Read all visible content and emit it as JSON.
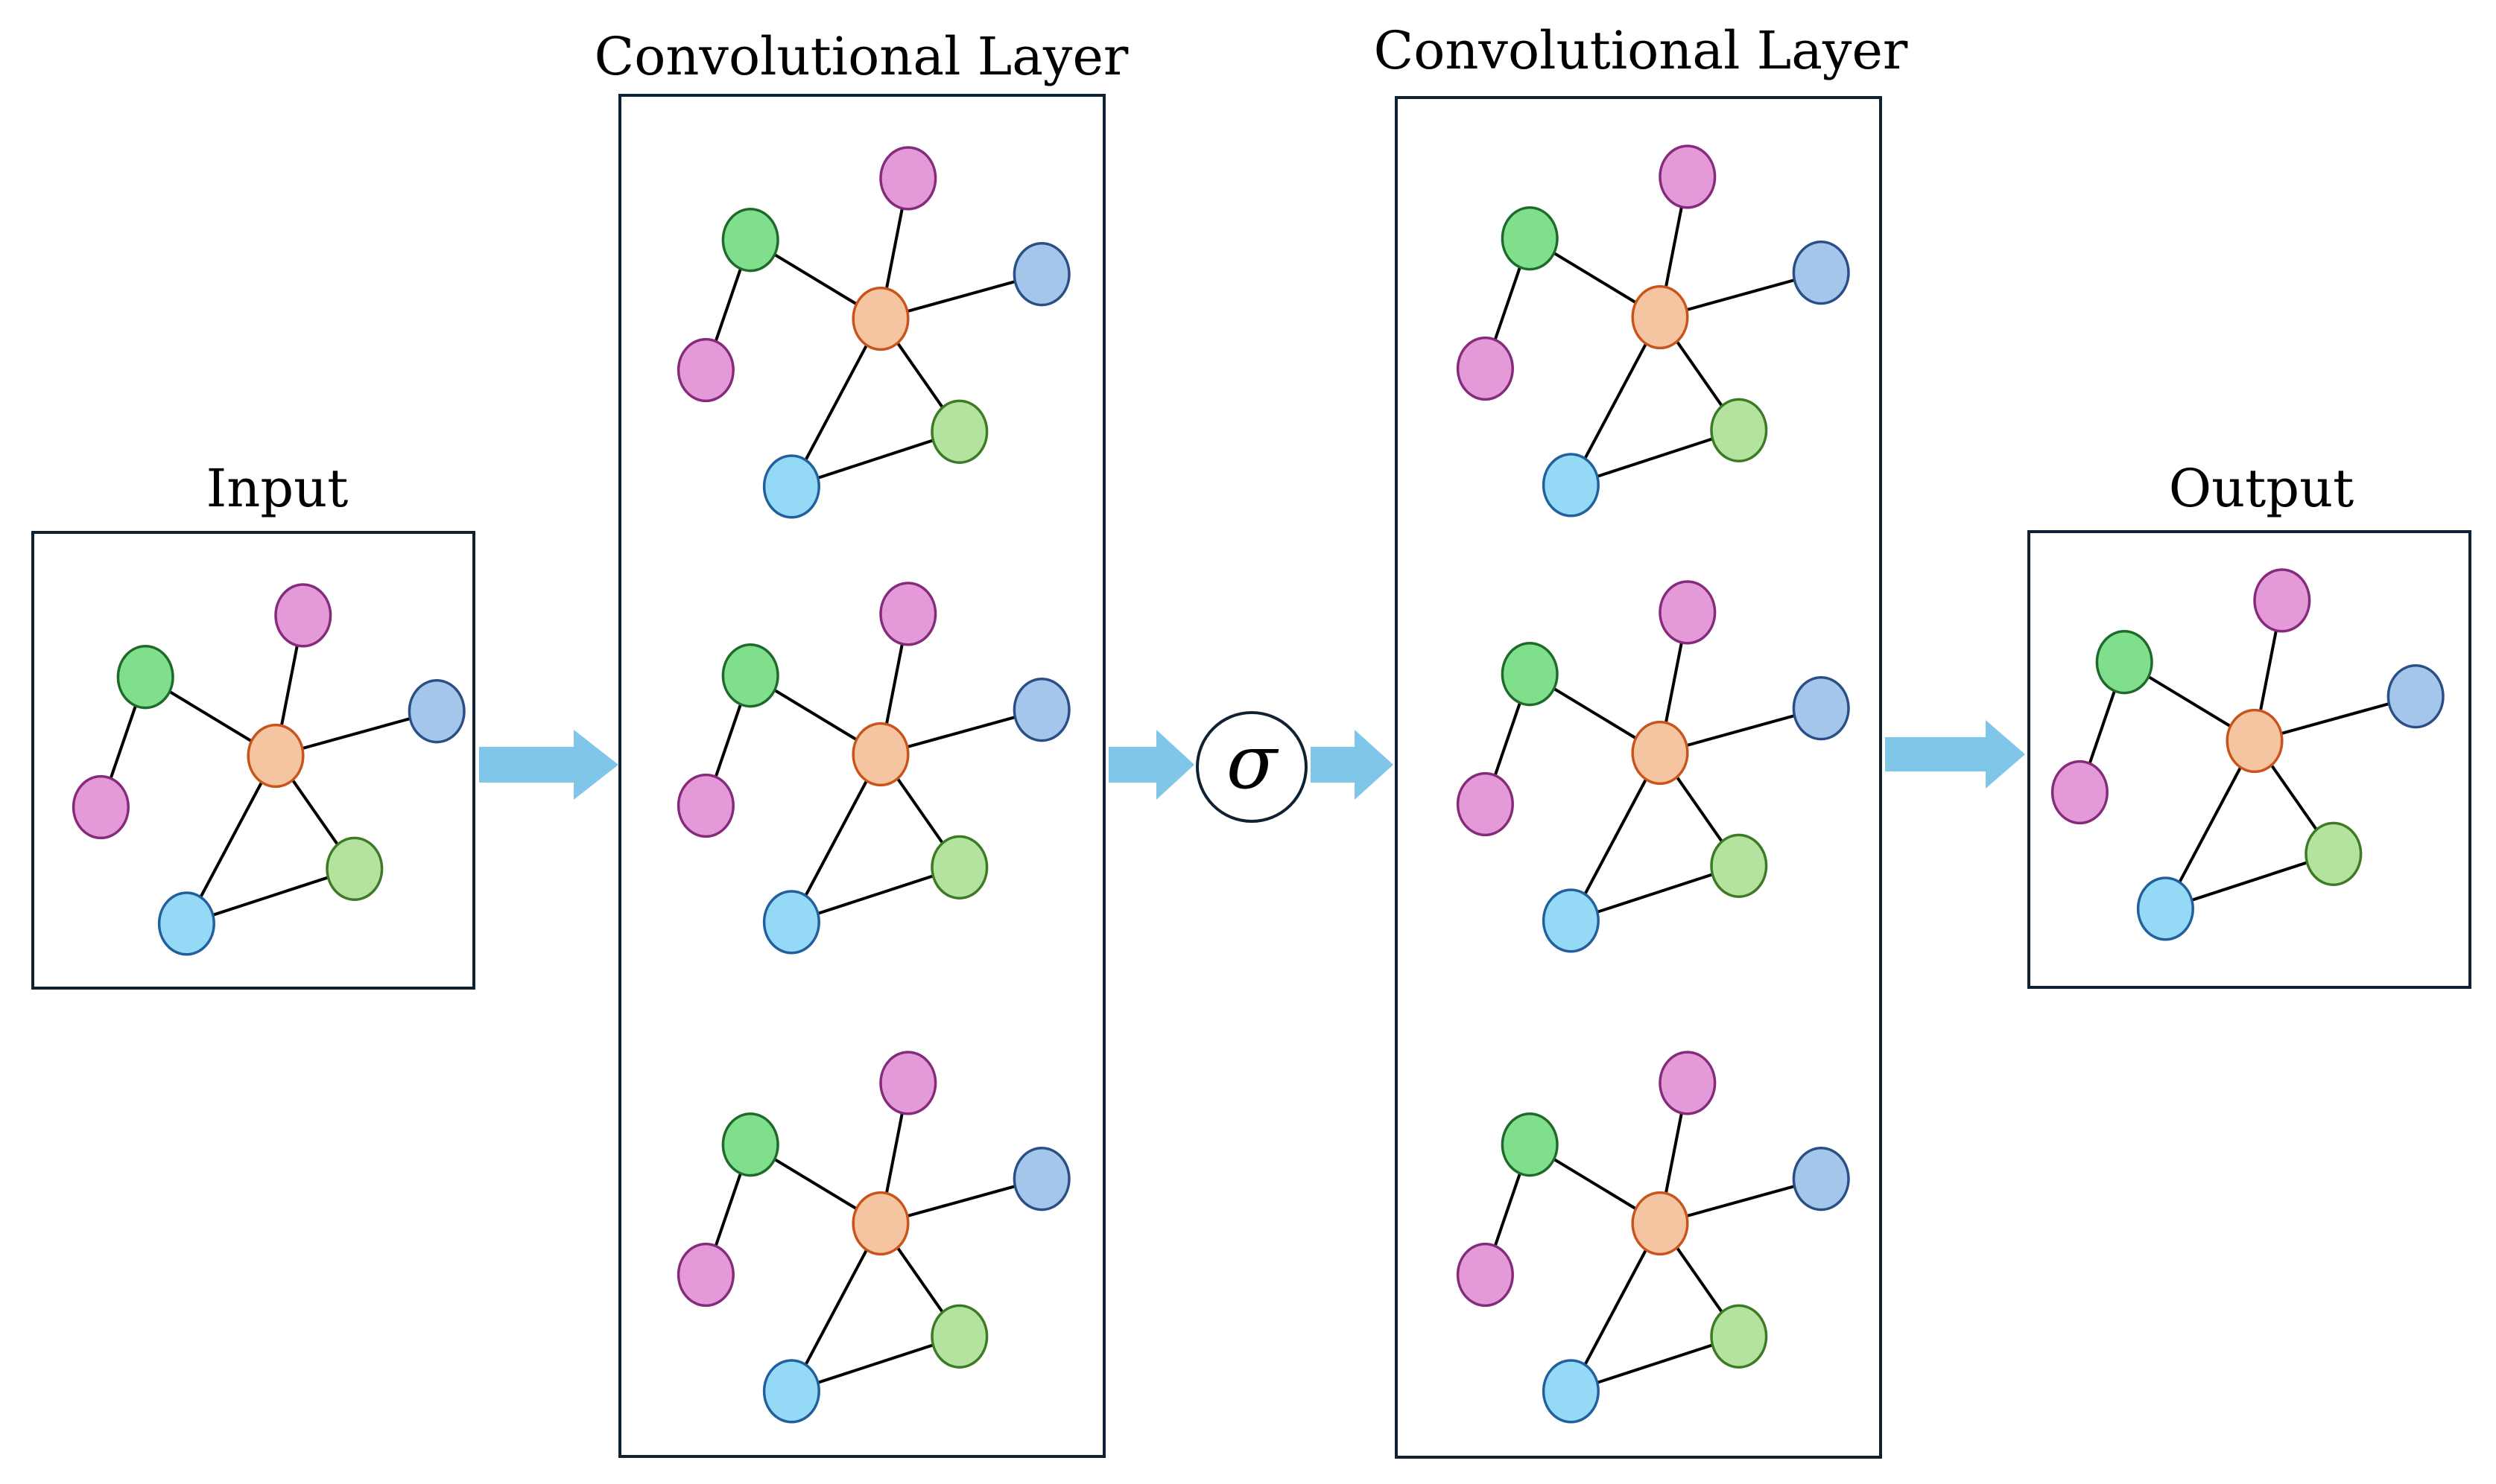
{
  "diagram": {
    "title_input": "Input",
    "title_conv1": "Convolutional Layer",
    "title_conv2": "Convolutional Layer",
    "title_output": "Output",
    "activation_symbol": "σ"
  },
  "graph": {
    "nodes": [
      {
        "id": "center",
        "role": "hub",
        "color": "orange"
      },
      {
        "id": "top",
        "role": "leaf",
        "color": "pink"
      },
      {
        "id": "upper-left",
        "role": "branch",
        "color": "green"
      },
      {
        "id": "lower-left",
        "role": "leaf",
        "color": "pink"
      },
      {
        "id": "right",
        "role": "leaf",
        "color": "blue"
      },
      {
        "id": "lower-right",
        "role": "branch",
        "color": "lightgreen"
      },
      {
        "id": "bottom",
        "role": "branch",
        "color": "cyan"
      }
    ],
    "edges": [
      [
        "center",
        "top"
      ],
      [
        "center",
        "upper-left"
      ],
      [
        "upper-left",
        "lower-left"
      ],
      [
        "center",
        "right"
      ],
      [
        "center",
        "lower-right"
      ],
      [
        "center",
        "bottom"
      ],
      [
        "bottom",
        "lower-right"
      ]
    ]
  },
  "colors": {
    "pink": {
      "fill": "#e49ad9",
      "stroke": "#862a7b"
    },
    "green": {
      "fill": "#7fdf8c",
      "stroke": "#1f6a2a"
    },
    "blue": {
      "fill": "#a4c6ea",
      "stroke": "#2a4f86"
    },
    "orange": {
      "fill": "#f5c5a2",
      "stroke": "#c9541b"
    },
    "lightgreen": {
      "fill": "#b4e3a0",
      "stroke": "#3d7a26"
    },
    "cyan": {
      "fill": "#94d9f6",
      "stroke": "#21609c"
    },
    "arrow": "#80c6e8",
    "panel_border": "#0f2233"
  }
}
